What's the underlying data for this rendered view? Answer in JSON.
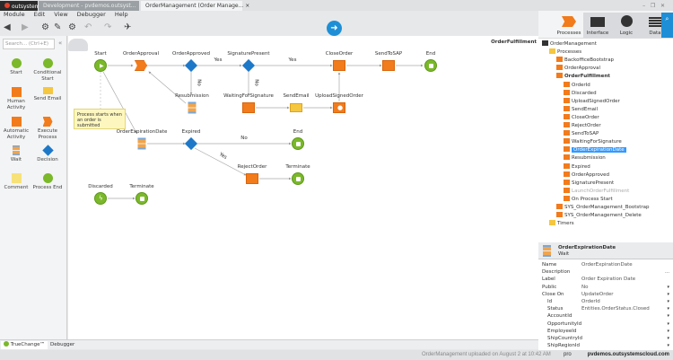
{
  "window": {
    "tabs": [
      "outsystems",
      "Development - pvdemos.outsyst...",
      "OrderManagement (Order Manage..."
    ],
    "close": "×"
  },
  "menu": [
    "Module",
    "Edit",
    "View",
    "Debugger",
    "Help"
  ],
  "toolbar": {
    "back": "◀",
    "forward": "▶",
    "icons": [
      "gear-icon",
      "plug-icon",
      "gears-icon",
      "undo-icon",
      "redo-icon",
      "bug-icon"
    ]
  },
  "toolbox": {
    "search_placeholder": "Search... (Ctrl+E)",
    "collapse": "«",
    "items": [
      "Start",
      "Conditional Start",
      "Human Activity",
      "Send Email",
      "Automatic Activity",
      "Execute Process",
      "Wait",
      "Decision",
      "Comment",
      "Process End"
    ]
  },
  "canvas": {
    "process_title": "OrderFulfillment",
    "note": "Process starts when an order is submitted",
    "nodes": {
      "start": "Start",
      "order_approval": "OrderApproval",
      "order_approved": "OrderApproved",
      "signature_present": "SignaturePresent",
      "close_order": "CloseOrder",
      "send_to_sap": "SendToSAP",
      "end1": "End",
      "resubmission": "Resubmission",
      "waiting": "WaitingForSignature",
      "send_email": "SendEmail",
      "upload": "UploadSignedOrder",
      "expiration": "OrderExpirationDate",
      "expired": "Expired",
      "end2": "End",
      "reject": "RejectOrder",
      "terminate1": "Terminate",
      "discarded": "Discarded",
      "terminate2": "Terminate"
    },
    "edges": {
      "yes1": "Yes",
      "yes2": "Yes",
      "no1": "No",
      "no2": "No",
      "no3": "No",
      "yes3": "Yes"
    }
  },
  "panel": {
    "tabs": [
      "Processes",
      "Interface",
      "Logic",
      "Data"
    ],
    "window_controls": [
      "–",
      "❐",
      "✕"
    ],
    "tree": [
      {
        "label": "OrderManagement",
        "level": 0
      },
      {
        "label": "Processes",
        "level": 1
      },
      {
        "label": "BackofficeBootstrap",
        "level": 2
      },
      {
        "label": "OrderApproval",
        "level": 2
      },
      {
        "label": "OrderFulfillment",
        "level": 2,
        "bold": true
      },
      {
        "label": "OrderId",
        "level": 3
      },
      {
        "label": "Discarded",
        "level": 3
      },
      {
        "label": "UploadSignedOrder",
        "level": 3
      },
      {
        "label": "SendEmail",
        "level": 3
      },
      {
        "label": "CloseOrder",
        "level": 3
      },
      {
        "label": "RejectOrder",
        "level": 3
      },
      {
        "label": "SendToSAP",
        "level": 3
      },
      {
        "label": "WaitingForSignature",
        "level": 3
      },
      {
        "label": "OrderExpirationDate",
        "level": 3,
        "selected": true
      },
      {
        "label": "Resubmission",
        "level": 3
      },
      {
        "label": "Expired",
        "level": 3
      },
      {
        "label": "OrderApproved",
        "level": 3
      },
      {
        "label": "SignaturePresent",
        "level": 3
      },
      {
        "label": "LaunchOrderFulfillment",
        "level": 3,
        "muted": true
      },
      {
        "label": "On Process Start",
        "level": 3
      },
      {
        "label": "SYS_OrderManagement_Bootstrap",
        "level": 2
      },
      {
        "label": "SYS_OrderManagement_Delete",
        "level": 2
      },
      {
        "label": "Timers",
        "level": 1
      }
    ],
    "selected": {
      "name": "OrderExpirationDate",
      "type": "Wait"
    },
    "props": [
      {
        "k": "Name",
        "v": "OrderExpirationDate"
      },
      {
        "k": "Description",
        "v": "",
        "dd": "…"
      },
      {
        "k": "Label",
        "v": "Order Expiration Date"
      },
      {
        "k": "Public",
        "v": "No",
        "dd": "▾"
      },
      {
        "k": "Close On",
        "v": "UpdateOrder",
        "dd": "▾"
      },
      {
        "k": "Id",
        "v": "OrderId",
        "dd": "▾",
        "indent": true
      },
      {
        "k": "Status",
        "v": "Entities.OrderStatus.Closed",
        "dd": "▾",
        "indent": true
      },
      {
        "k": "AccountId",
        "v": "",
        "dd": "▾",
        "indent": true
      },
      {
        "k": "OpportunityId",
        "v": "",
        "dd": "▾",
        "indent": true
      },
      {
        "k": "EmployeeId",
        "v": "",
        "dd": "▾",
        "indent": true
      },
      {
        "k": "ShipCountryId",
        "v": "",
        "dd": "▾",
        "indent": true
      },
      {
        "k": "ShipRegionId",
        "v": "",
        "dd": "▾",
        "indent": true
      }
    ]
  },
  "bottom": {
    "tabs": [
      "TrueChange™",
      "Debugger"
    ]
  },
  "status": {
    "message": "OrderManagement uploaded on August 2 at 10:42 AM",
    "user": "pro",
    "server": "pvdemos.outsystemscloud.com"
  },
  "colors": {
    "accent": "#1e8fd6",
    "orange": "#f27b1c",
    "green": "#7bb82a",
    "decision": "#1e78c8"
  }
}
